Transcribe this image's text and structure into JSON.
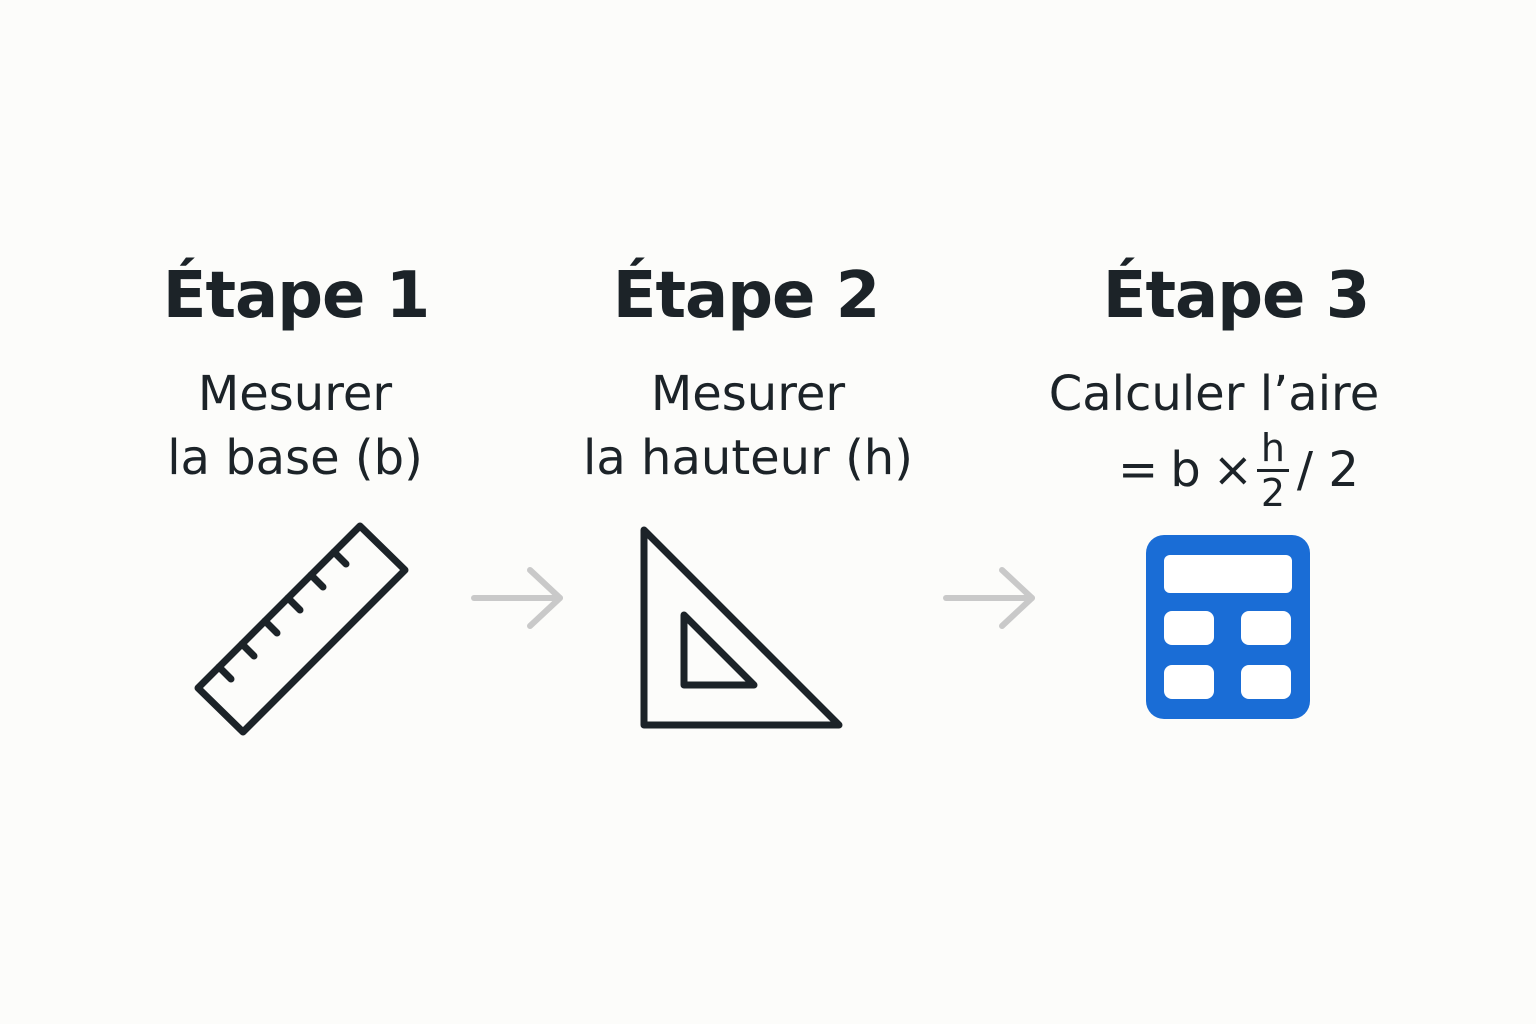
{
  "steps": [
    {
      "title": "Étape 1",
      "desc_line1": "Mesurer",
      "desc_line2": "la base (b)",
      "icon": "ruler-icon"
    },
    {
      "title": "Étape 2",
      "desc_line1": "Mesurer",
      "desc_line2": "la hauteur (h)",
      "icon": "set-square-icon"
    },
    {
      "title": "Étape 3",
      "desc_line1": "Calculer l’aire",
      "icon": "calculator-icon"
    }
  ],
  "formula": {
    "equals": "=",
    "b": "b",
    "times": "×",
    "frac_num": "h",
    "frac_den": "2",
    "divide": "/ 2"
  },
  "arrows": [
    "arrow-right-icon",
    "arrow-right-icon"
  ],
  "colors": {
    "text": "#1c2328",
    "icon_stroke": "#1c2328",
    "arrow": "#c9c9c9",
    "calculator": "#1a6dd6",
    "background": "#fcfcfa"
  }
}
